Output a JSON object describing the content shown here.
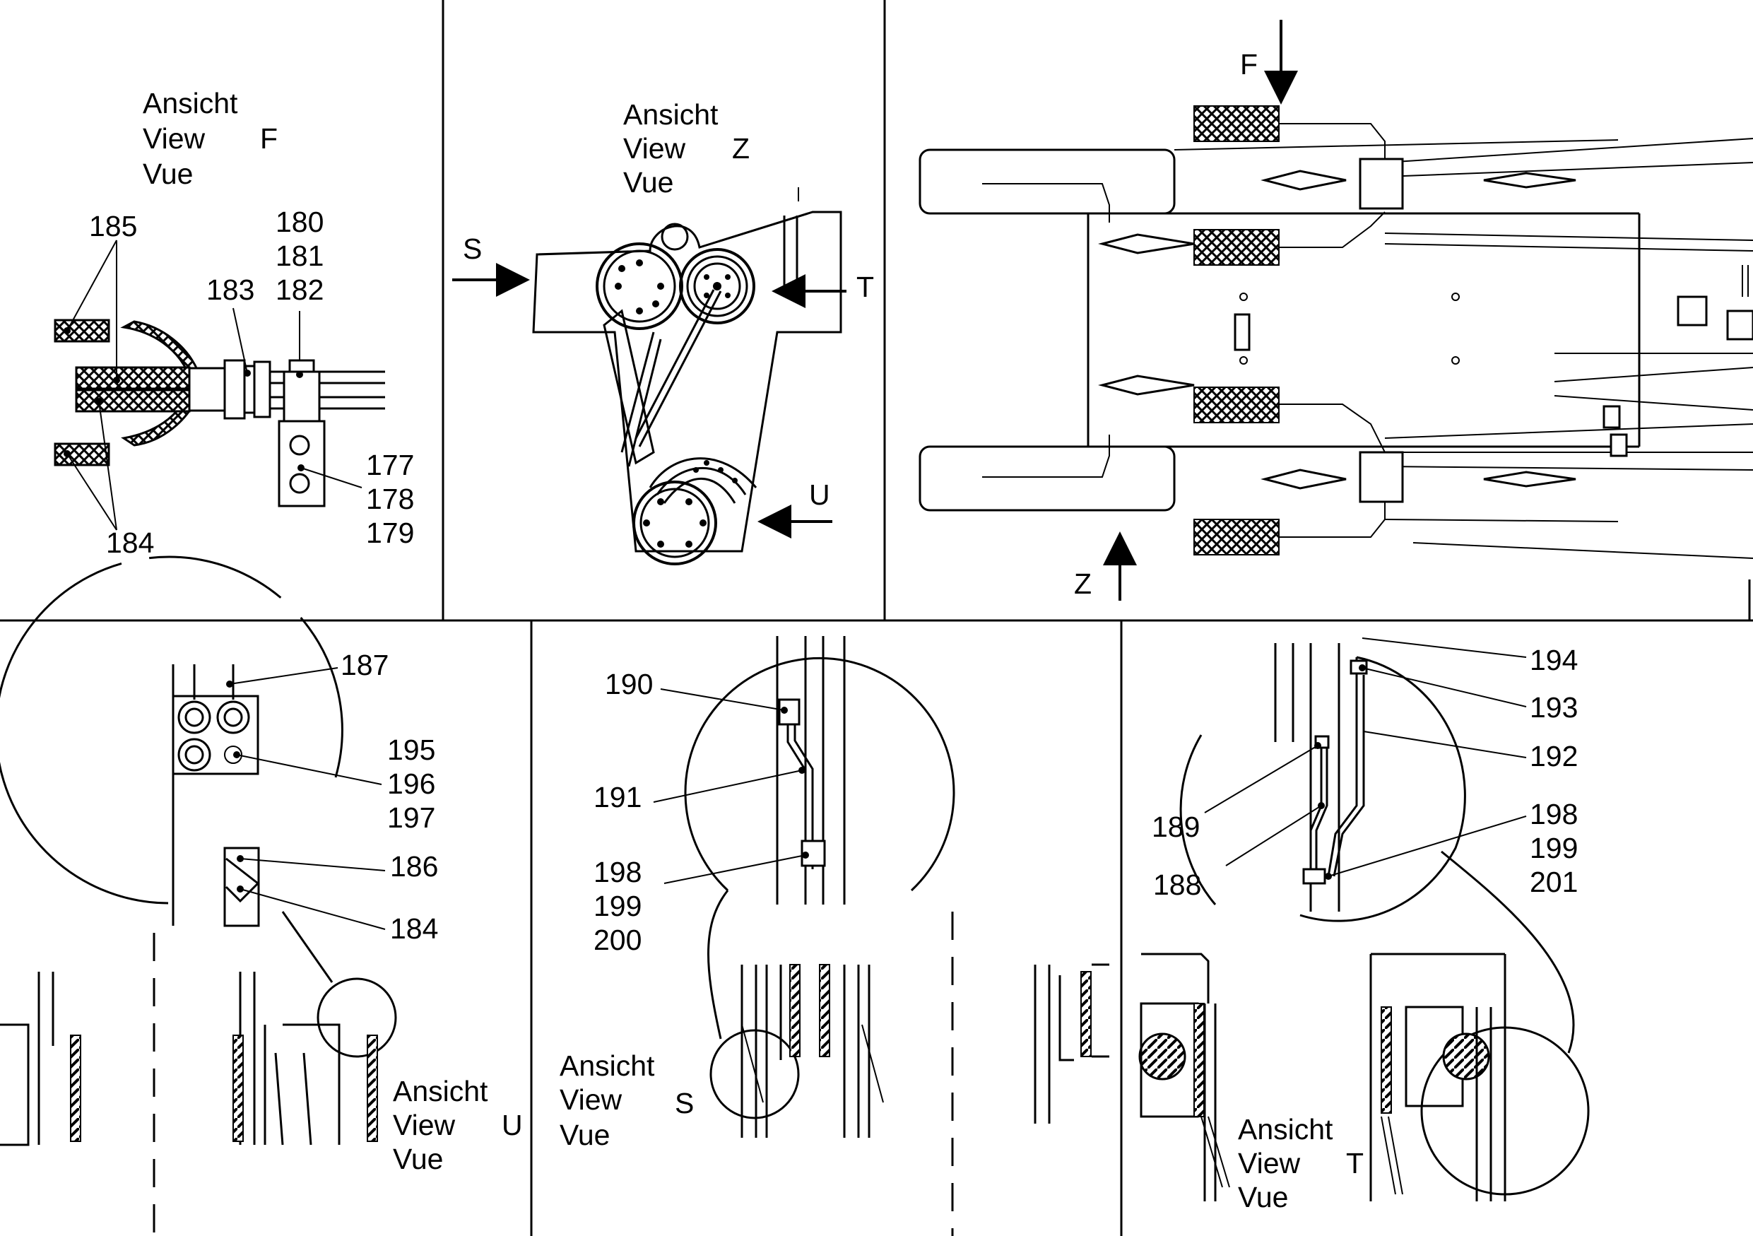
{
  "panels": {
    "view_f": {
      "title": [
        "Ansicht",
        "View",
        "Vue"
      ],
      "letter": "F",
      "callouts": [
        "185",
        "183",
        "180",
        "181",
        "182",
        "177",
        "178",
        "179",
        "184"
      ]
    },
    "view_z": {
      "title": [
        "Ansicht",
        "View",
        "Vue"
      ],
      "letter": "Z",
      "arrows": [
        "S",
        "T",
        "U"
      ]
    },
    "top_view": {
      "arrows": [
        "F",
        "Z"
      ]
    },
    "view_u": {
      "title": [
        "Ansicht",
        "View",
        "Vue"
      ],
      "letter": "U",
      "callouts": [
        "187",
        "195",
        "196",
        "197",
        "186",
        "184"
      ]
    },
    "view_s": {
      "title": [
        "Ansicht",
        "View",
        "Vue"
      ],
      "letter": "S",
      "callouts": [
        "190",
        "191",
        "198",
        "199",
        "200"
      ]
    },
    "view_t": {
      "title": [
        "Ansicht",
        "View",
        "Vue"
      ],
      "letter": "T",
      "callouts": [
        "194",
        "193",
        "192",
        "189",
        "188",
        "198",
        "199",
        "201"
      ]
    }
  }
}
